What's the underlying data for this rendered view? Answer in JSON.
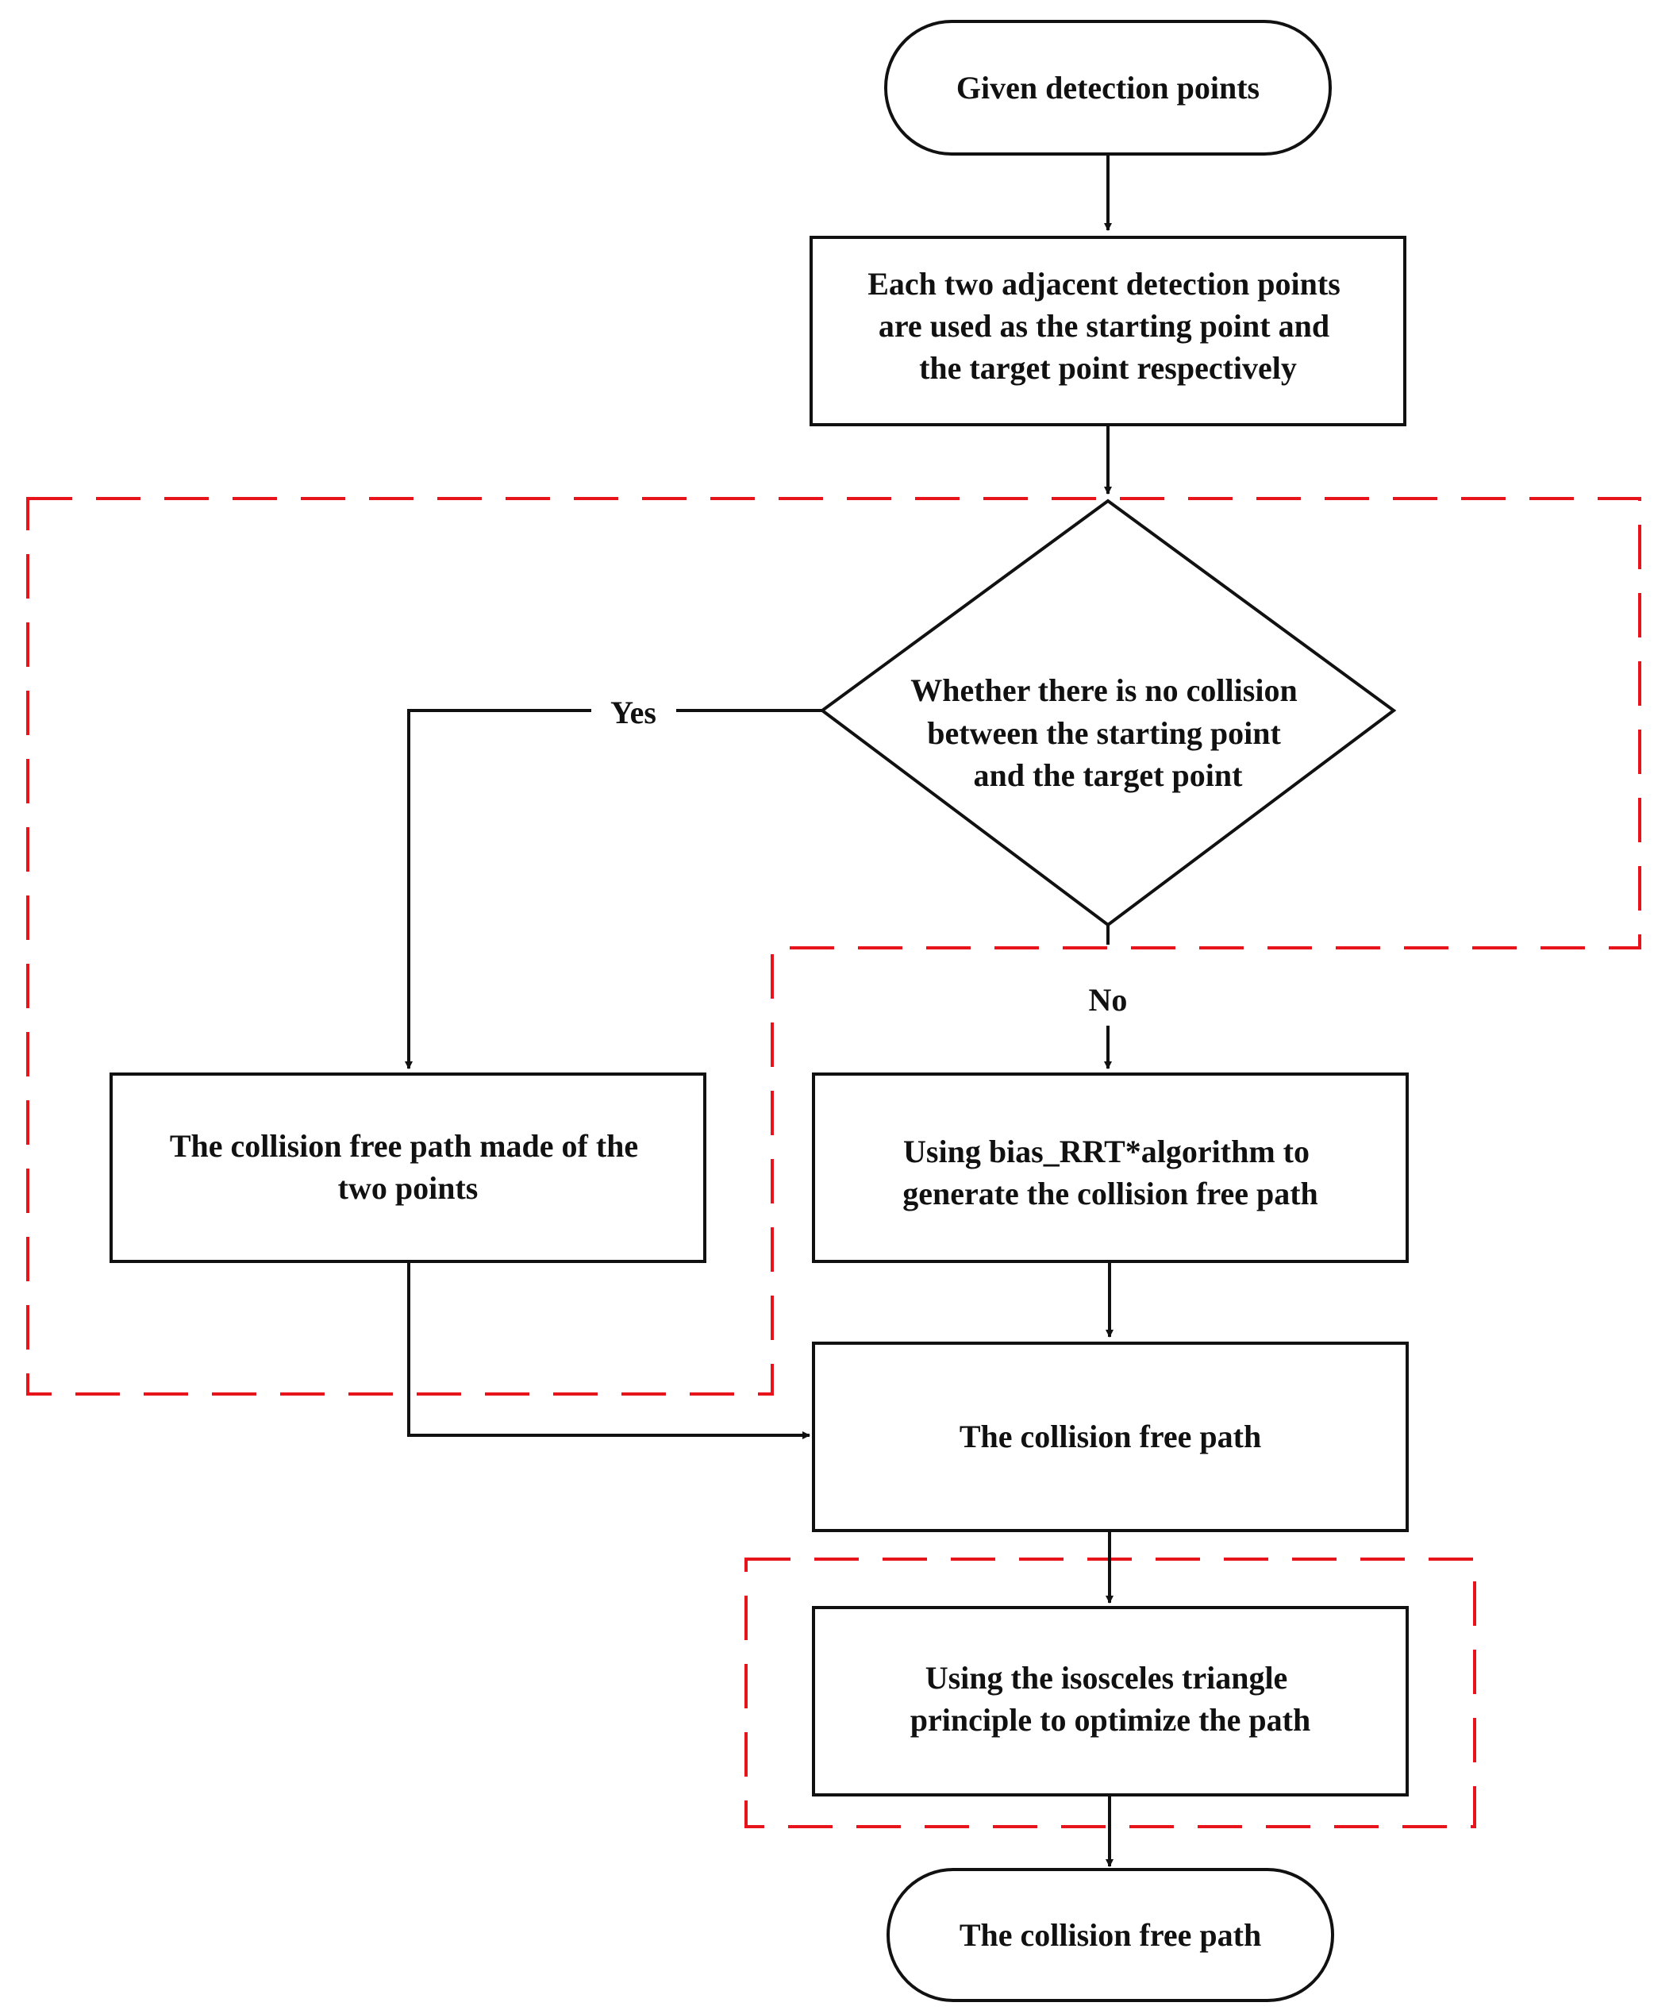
{
  "nodes": {
    "start": {
      "lines": [
        "Given detection points"
      ]
    },
    "pair_setup": {
      "lines": [
        "Each two adjacent detection points",
        "are used as the starting point and",
        "the target point respectively"
      ]
    },
    "collision_check": {
      "lines": [
        "Whether there is no collision",
        "between the starting point",
        "and the target point"
      ]
    },
    "direct_path": {
      "lines": [
        "The collision free path made of the",
        "two points"
      ]
    },
    "bias_rrt": {
      "lines": [
        "Using bias_RRT*algorithm to",
        "generate the collision free path"
      ]
    },
    "collision_free_path": {
      "lines": [
        "The collision free path"
      ]
    },
    "optimize": {
      "lines": [
        "Using the isosceles triangle",
        "principle to optimize the path"
      ]
    },
    "end": {
      "lines": [
        "The collision free path"
      ]
    }
  },
  "edges": {
    "yes_label": "Yes",
    "no_label": "No"
  },
  "colors": {
    "stroke": "#111111",
    "highlight_region": "#e8141b",
    "background": "#ffffff"
  }
}
